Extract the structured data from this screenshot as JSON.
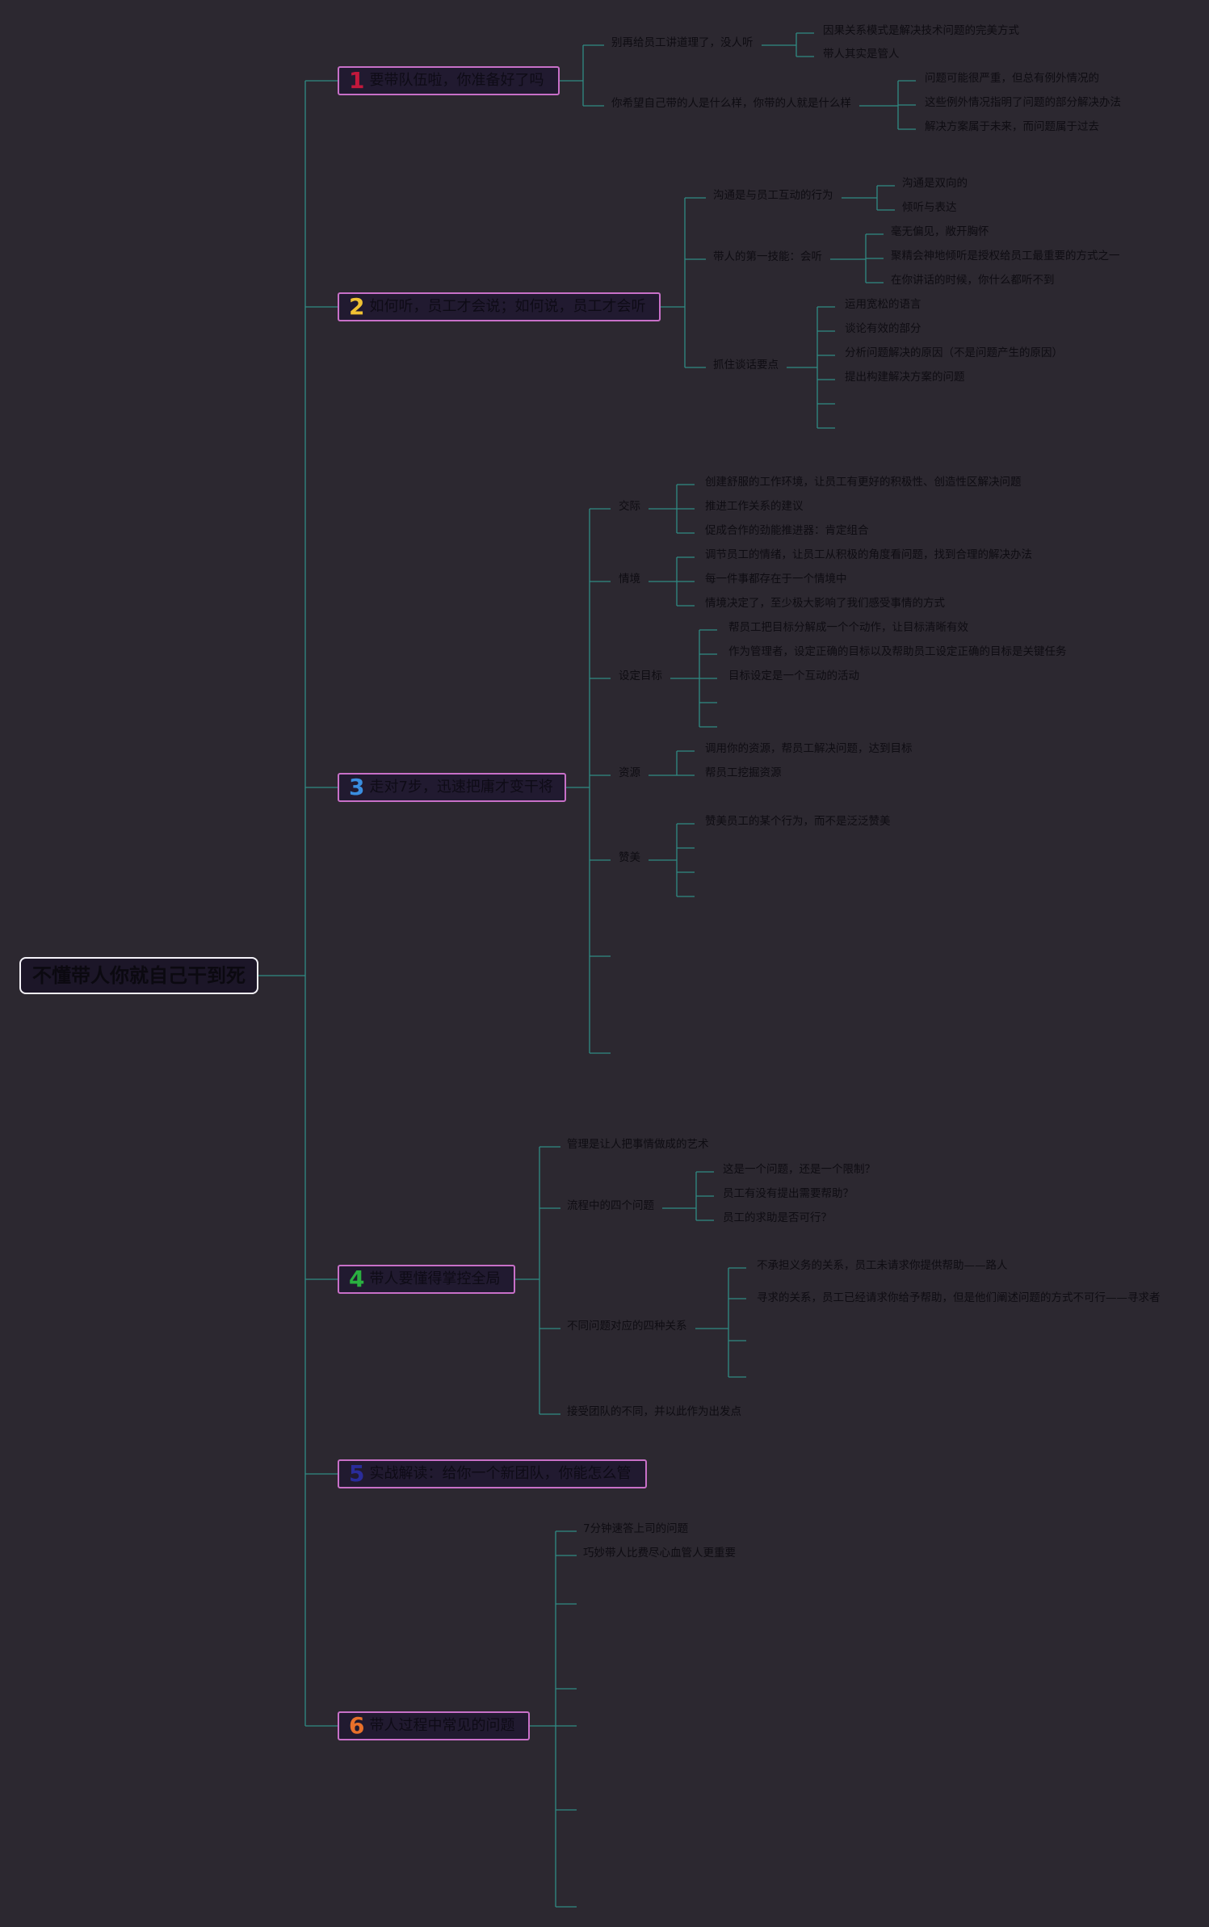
{
  "root": {
    "title": "不懂带人你就自己干到死"
  },
  "colors": {
    "line": "#2f8a84",
    "topic_border": "#c870c8",
    "root_border": "#f4f2f8"
  },
  "topics": [
    {
      "number": "1",
      "number_color": "#c2183c",
      "label": "要带队伍啦，你准备好了吗",
      "children": [
        {
          "label": "别再给员工讲道理了，没人听",
          "children": [
            {
              "label": "因果关系模式是解决技术问题的完美方式"
            },
            {
              "label": "带人其实是管人"
            }
          ]
        },
        {
          "label": "你希望自己带的人是什么样，你带的人就是什么样",
          "children": [
            {
              "label": "问题可能很严重，但总有例外情况的"
            },
            {
              "label": "这些例外情况指明了问题的部分解决办法"
            },
            {
              "label": "解决方案属于未来，而问题属于过去"
            }
          ]
        }
      ]
    },
    {
      "number": "2",
      "number_color": "#f0c233",
      "label": "如何听，员工才会说；如何说，员工才会听",
      "children": [
        {
          "label": "沟通是与员工互动的行为",
          "children": [
            {
              "label": "沟通是双向的"
            },
            {
              "label": "倾听与表达"
            }
          ]
        },
        {
          "label": "带人的第一技能：会听",
          "children": [
            {
              "label": "毫无偏见，敞开胸怀"
            },
            {
              "label": "聚精会神地倾听是授权给员工最重要的方式之一"
            },
            {
              "label": "在你讲话的时候，你什么都听不到"
            }
          ]
        },
        {
          "label": "抓住谈话要点",
          "children": [
            {
              "label": "运用宽松的语言"
            },
            {
              "label": "谈论有效的部分"
            },
            {
              "label": "分析问题解决的原因（不是问题产生的原因）"
            },
            {
              "label": "提出构建解决方案的问题"
            },
            {
              "label": ""
            },
            {
              "label": ""
            }
          ]
        }
      ]
    },
    {
      "number": "3",
      "number_color": "#3a8ee0",
      "label": "走对7步，迅速把庸才变干将",
      "children": [
        {
          "label": "交际",
          "children": [
            {
              "label": "创建舒服的工作环境，让员工有更好的积极性、创造性区解决问题"
            },
            {
              "label": "推进工作关系的建议"
            },
            {
              "label": "促成合作的劲能推进器：肯定组合"
            }
          ]
        },
        {
          "label": "情境",
          "children": [
            {
              "label": "调节员工的情绪，让员工从积极的角度看问题，找到合理的解决办法"
            },
            {
              "label": "每一件事都存在于一个情境中"
            },
            {
              "label": "情境决定了，至少极大影响了我们感受事情的方式"
            }
          ]
        },
        {
          "label": "设定目标",
          "children": [
            {
              "label": "帮员工把目标分解成一个个动作，让目标清晰有效"
            },
            {
              "label": "作为管理者，设定正确的目标以及帮助员工设定正确的目标是关键任务"
            },
            {
              "label": "目标设定是一个互动的活动"
            },
            {
              "label": ""
            },
            {
              "label": ""
            }
          ]
        },
        {
          "label": "资源",
          "children": [
            {
              "label": "调用你的资源，帮员工解决问题，达到目标"
            },
            {
              "label": "帮员工挖掘资源"
            }
          ]
        },
        {
          "label": "赞美",
          "children": [
            {
              "label": "赞美员工的某个行为，而不是泛泛赞美"
            },
            {
              "label": ""
            },
            {
              "label": ""
            },
            {
              "label": ""
            }
          ]
        },
        {
          "label": ""
        },
        {
          "label": ""
        }
      ]
    },
    {
      "number": "4",
      "number_color": "#2ab040",
      "label": "带人要懂得掌控全局",
      "children": [
        {
          "label": "管理是让人把事情做成的艺术"
        },
        {
          "label": "流程中的四个问题",
          "children": [
            {
              "label": "这是一个问题，还是一个限制？"
            },
            {
              "label": "员工有没有提出需要帮助？"
            },
            {
              "label": "员工的求助是否可行？"
            }
          ]
        },
        {
          "label": "不同问题对应的四种关系",
          "children": [
            {
              "label": "不承担义务的关系，员工未请求你提供帮助——路人"
            },
            {
              "label": "寻求的关系，员工已经请求你给予帮助，但是他们阐述问题的方式不可行——寻求者",
              "wrap": true
            },
            {
              "label": ""
            },
            {
              "label": ""
            }
          ]
        },
        {
          "label": "接受团队的不同，并以此作为出发点"
        }
      ]
    },
    {
      "number": "5",
      "number_color": "#2a2c9a",
      "label": "实战解读：给你一个新团队，你能怎么管",
      "children": []
    },
    {
      "number": "6",
      "number_color": "#e8702a",
      "label": "带人过程中常见的问题",
      "children": [
        {
          "label": "7分钟速答上司的问题"
        },
        {
          "label": "巧妙带人比费尽心血管人更重要"
        },
        {
          "label": ""
        },
        {
          "label": ""
        },
        {
          "label": ""
        },
        {
          "label": ""
        },
        {
          "label": ""
        }
      ]
    }
  ]
}
